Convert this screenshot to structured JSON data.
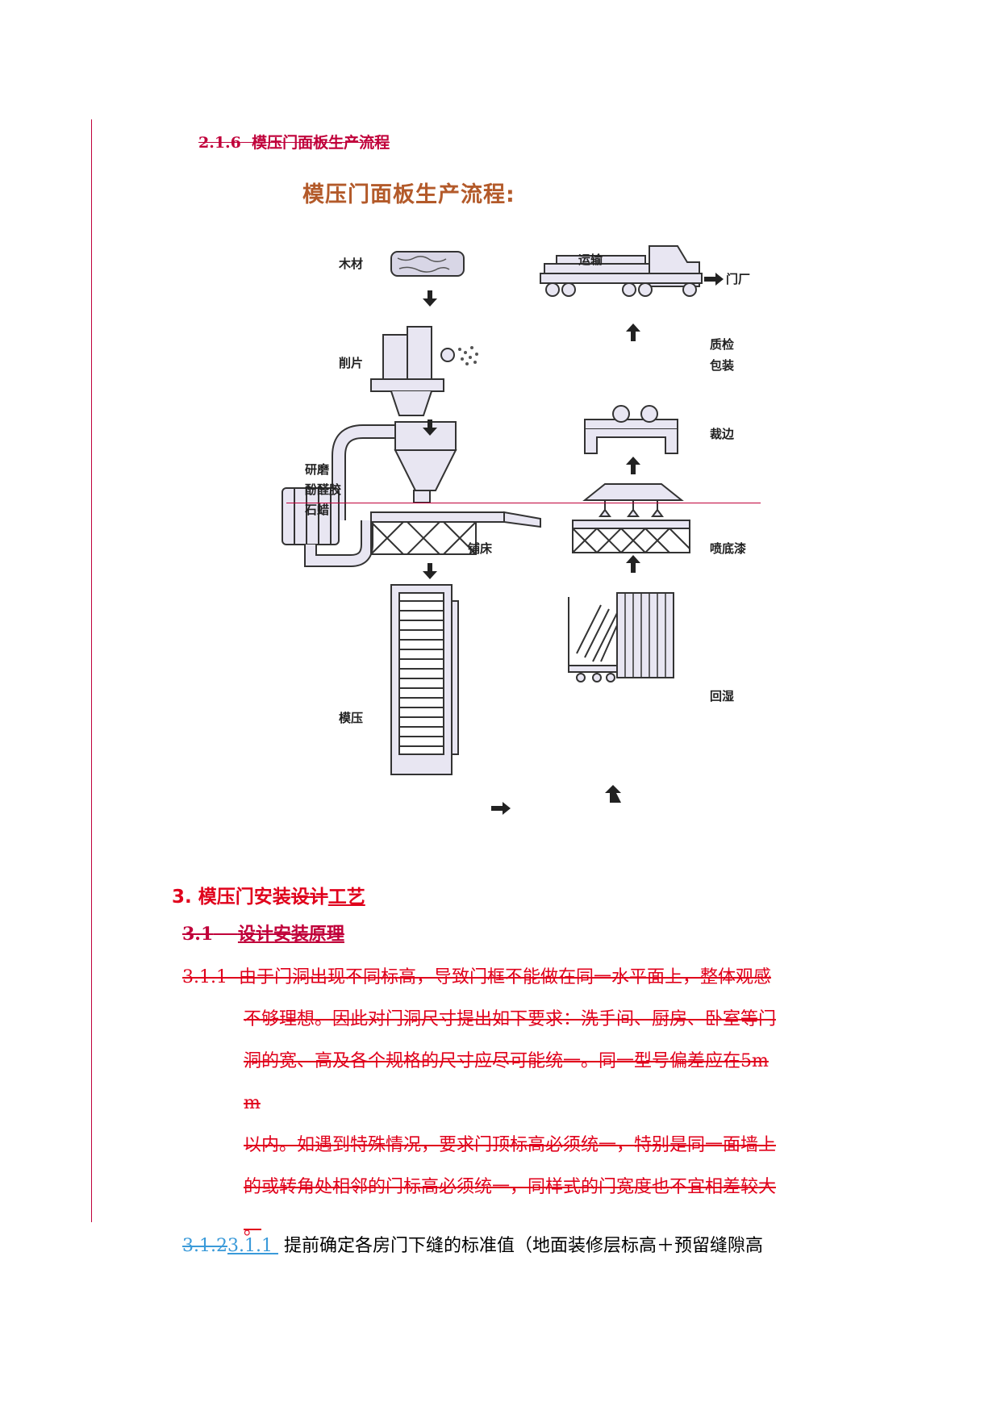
{
  "section_216": {
    "number": "2.1.6",
    "title": "模压门面板生产流程"
  },
  "figure": {
    "title": "模压门面板生产流程:",
    "labels": {
      "wood": "木材",
      "chipping": "削片",
      "grinding_1": "研磨",
      "grinding_2": "酚醛胶",
      "grinding_3": "石蜡",
      "paving": "铺床",
      "molding": "模压",
      "transport": "运输",
      "door_factory": "门厂",
      "qc_1": "质检",
      "qc_2": "包装",
      "edge_trim": "裁边",
      "spray": "喷底漆",
      "rehumid": "回湿"
    }
  },
  "section_3": {
    "number": "3.",
    "title_a": "模压门安装",
    "deleted": "设计",
    "inserted": "工艺"
  },
  "section_31": {
    "number": "3.1",
    "title": "设计安装原理"
  },
  "para_311": {
    "number": "3.1.1",
    "lines": [
      "由于门洞出现不同标高，导致门框不能做在同一水平面上，整体观感",
      "不够理想。因此对门洞尺寸提出如下要求：洗手间、厨房、卧室等门",
      "洞的宽、高及各个规格的尺寸应尽可能统一。同一型号偏差应在5m",
      "m",
      "以内。如遇到特殊情况，要求门顶标高必须统一，特别是同一面墙上",
      "的或转角处相邻的门标高必须统一，同样式的门宽度也不宜相差较大",
      "。"
    ]
  },
  "para_last": {
    "old_number": "3.1.2",
    "new_number": "3.1.1",
    "text": "提前确定各房门下缝的标准值（地面装修层标高＋预留缝隙高"
  }
}
